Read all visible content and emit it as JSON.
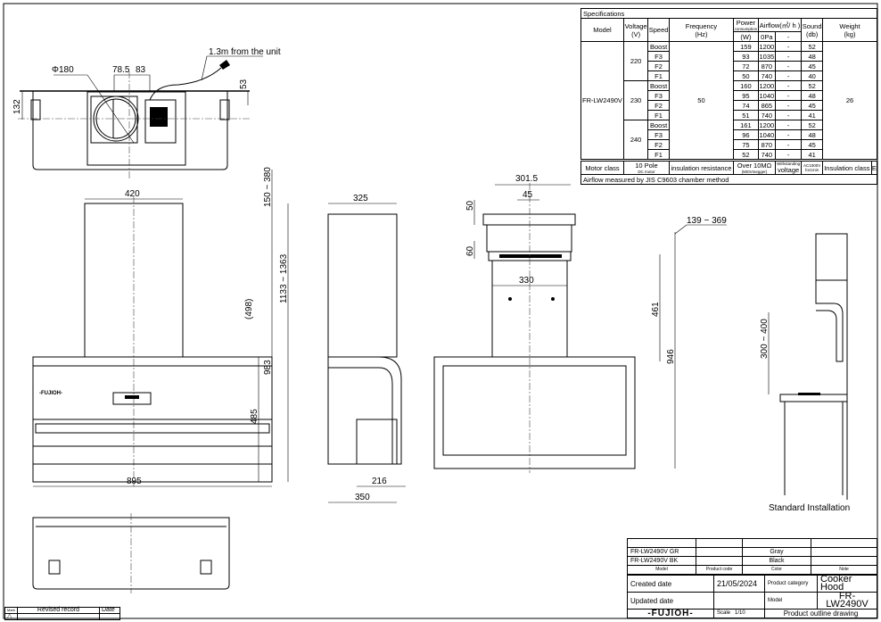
{
  "dimensions": {
    "top_view": {
      "duct_diameter": "Φ180",
      "offset_a": "78.5",
      "offset_b": "83",
      "cord": "1.3m from the unit",
      "height_right": "53",
      "height_left": "132"
    },
    "front_view": {
      "chimney_width": "420",
      "top_adjust": "150 ~ 380",
      "chimney_height": "(498)",
      "body_to_top": "983",
      "total_height": "1133 ~ 1363",
      "lower_height": "485",
      "width": "895"
    },
    "side_view": {
      "chimney_depth": "325",
      "lower_depth": "216",
      "depth": "350"
    },
    "rear_view": {
      "bracket_width": "301.5",
      "hole_offset": "45",
      "bracket_height": "50",
      "gap": "60",
      "frame_width": "330",
      "frame_height": "461",
      "total_height": "946",
      "adjust": "139 ~ 369"
    },
    "installation": {
      "height": "300 ~ 400",
      "label": "Standard Installation"
    }
  },
  "front_logo": "-FUJIOH-",
  "spec_table": {
    "title": "Specifications",
    "headers": {
      "model": "Model",
      "voltage": "Voltage",
      "voltage_unit": "(V)",
      "speed": "Speed",
      "frequency": "Frequency",
      "frequency_unit": "(Hz)",
      "power": "Power",
      "power_sub": "consumption",
      "power_unit": "(W)",
      "airflow": "Airflow(㎥/ h )",
      "airflow_a": "0Pa",
      "airflow_b": "-",
      "sound": "Sound",
      "sound_unit": "(db)",
      "weight": "Weight",
      "weight_unit": "(kg)"
    },
    "model": "FR-LW2490V",
    "frequency": "50",
    "weight": "26",
    "groups": [
      {
        "voltage": "220",
        "rows": [
          {
            "speed": "Boost",
            "power": "159",
            "airflow": "1200",
            "extra": "-",
            "sound": "52"
          },
          {
            "speed": "F3",
            "power": "93",
            "airflow": "1035",
            "extra": "-",
            "sound": "48"
          },
          {
            "speed": "F2",
            "power": "72",
            "airflow": "870",
            "extra": "-",
            "sound": "45"
          },
          {
            "speed": "F1",
            "power": "50",
            "airflow": "740",
            "extra": "-",
            "sound": "40"
          }
        ]
      },
      {
        "voltage": "230",
        "rows": [
          {
            "speed": "Boost",
            "power": "160",
            "airflow": "1200",
            "extra": "-",
            "sound": "52"
          },
          {
            "speed": "F3",
            "power": "95",
            "airflow": "1040",
            "extra": "-",
            "sound": "48"
          },
          {
            "speed": "F2",
            "power": "74",
            "airflow": "865",
            "extra": "-",
            "sound": "45"
          },
          {
            "speed": "F1",
            "power": "51",
            "airflow": "740",
            "extra": "-",
            "sound": "41"
          }
        ]
      },
      {
        "voltage": "240",
        "rows": [
          {
            "speed": "Boost",
            "power": "161",
            "airflow": "1200",
            "extra": "-",
            "sound": "52"
          },
          {
            "speed": "F3",
            "power": "96",
            "airflow": "1040",
            "extra": "-",
            "sound": "48"
          },
          {
            "speed": "F2",
            "power": "75",
            "airflow": "870",
            "extra": "-",
            "sound": "45"
          },
          {
            "speed": "F1",
            "power": "52",
            "airflow": "740",
            "extra": "-",
            "sound": "41"
          }
        ]
      }
    ],
    "footer": {
      "motor_class": "Motor class",
      "motor": "10 Pole",
      "motor_sub": "DC motor",
      "insulation_resistance": "insulation resistance",
      "over": "Over 10MΩ",
      "over_sub": "(500Vmegger)",
      "withstanding_small": "Withstanding",
      "withstanding": "voltage",
      "ac": "AC1000V",
      "ac_sub": "for1min",
      "insulation_class": "Insulation class",
      "class_value": "E"
    },
    "note": "Airflow measured by JIS C9603 chamber method"
  },
  "title_block": {
    "variants": [
      {
        "model": "FR-LW2490V GR",
        "color": "Gray"
      },
      {
        "model": "FR-LW2490V BK",
        "color": "Black"
      }
    ],
    "col_model": "Model",
    "col_code": "Product code",
    "col_color": "Color",
    "col_note": "Note",
    "created_label": "Created date",
    "created_value": "21/05/2024",
    "category_label": "Product category",
    "category_value": "Cooker Hood",
    "updated_label": "Updated date",
    "model_label": "Model",
    "model_value": "FR-LW2490V",
    "brand": "-FUJIOH-",
    "scale_label": "Scale",
    "scale_value": "1/10",
    "drawing_type": "Product outline drawing"
  },
  "revision": {
    "mark": "Mark",
    "record": "Revised record",
    "date": "Date",
    "symbol": "△"
  }
}
